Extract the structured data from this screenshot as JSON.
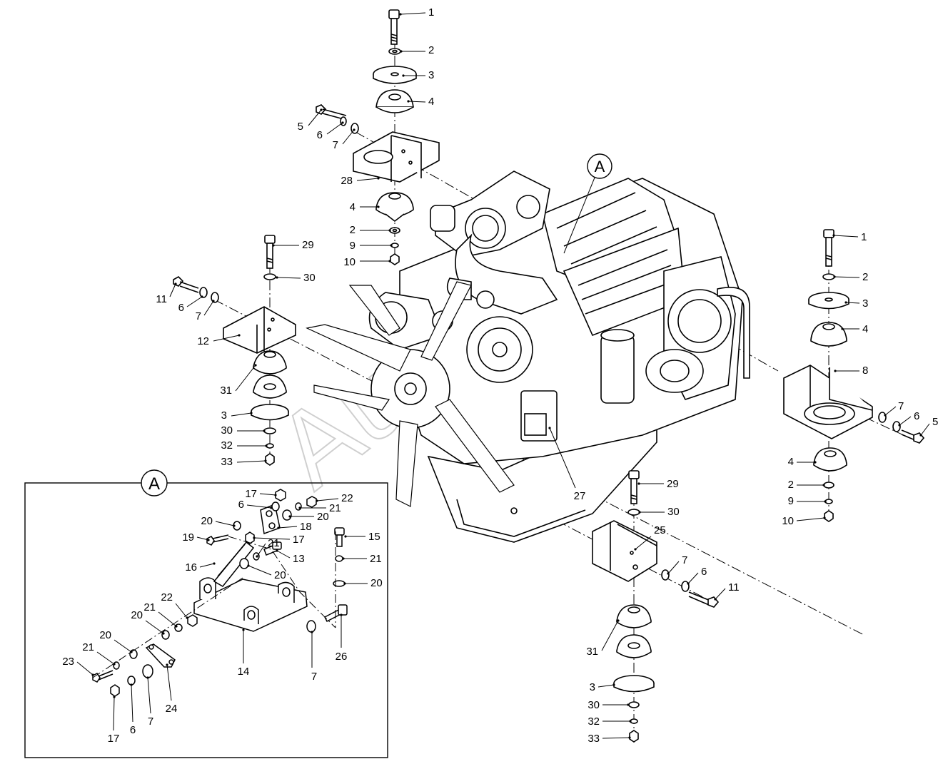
{
  "diagram": {
    "part_numbers": [
      "1",
      "2",
      "3",
      "4",
      "5",
      "6",
      "7",
      "8",
      "9",
      "10",
      "11",
      "12",
      "13",
      "14",
      "15",
      "16",
      "17",
      "18",
      "19",
      "20",
      "21",
      "22",
      "23",
      "24",
      "25",
      "26",
      "27",
      "28",
      "29",
      "30",
      "31",
      "32",
      "33"
    ],
    "detail_marker": "A",
    "watermark_text": "Autop",
    "callouts": {
      "c1a": "1",
      "c2a": "2",
      "c3a": "3",
      "c4a": "4",
      "c5a": "5",
      "c6a": "6",
      "c7a": "7",
      "c28": "28",
      "c4b": "4",
      "c2b": "2",
      "c9a": "9",
      "c10a": "10",
      "c29a": "29",
      "c30a": "30",
      "c11a": "11",
      "c6b": "6",
      "c7b": "7",
      "c12": "12",
      "c31a": "31",
      "c3b": "3",
      "c30b": "30",
      "c32a": "32",
      "c33a": "33",
      "c1b": "1",
      "c2c": "2",
      "c3c": "3",
      "c4c": "4",
      "c8": "8",
      "c7c": "7",
      "c6c": "6",
      "c5b": "5",
      "c4d": "4",
      "c2d": "2",
      "c9b": "9",
      "c10b": "10",
      "c27": "27",
      "c29b": "29",
      "c30c": "30",
      "c25": "25",
      "c7d": "7",
      "c6d": "6",
      "c11b": "11",
      "c31b": "31",
      "c3d": "3",
      "c30d": "30",
      "c32b": "32",
      "c33b": "33",
      "d17a": "17",
      "d22a": "22",
      "d6a": "6",
      "d21a": "21",
      "d20a": "20",
      "d20b": "20",
      "d18": "18",
      "d19": "19",
      "d17b": "17",
      "d15": "15",
      "d13": "13",
      "d21b": "21",
      "d21c": "21",
      "d16": "16",
      "d20c": "20",
      "d20d": "20",
      "d22b": "22",
      "d21d": "21",
      "d20e": "20",
      "d20f": "20",
      "d21e": "21",
      "d23": "23",
      "d14": "14",
      "d7a": "7",
      "d26": "26",
      "d24": "24",
      "d17c": "17",
      "d6b": "6",
      "d7b": "7"
    }
  }
}
